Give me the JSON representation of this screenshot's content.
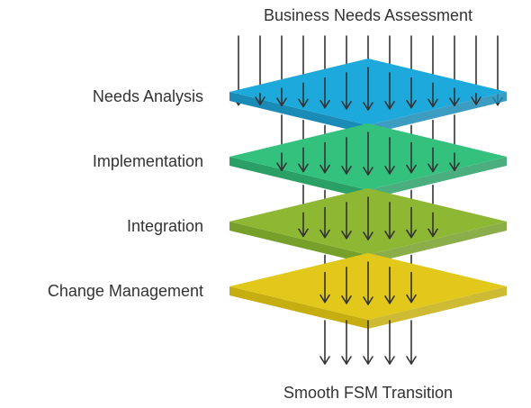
{
  "input_label": "Business Needs Assessment",
  "output_label": "Smooth FSM Transition",
  "layers": [
    {
      "label": "Needs Analysis",
      "top_color": "#1ea9dc",
      "side_color": "#1a8bb6"
    },
    {
      "label": "Implementation",
      "top_color": "#34c17e",
      "side_color": "#2aa067"
    },
    {
      "label": "Integration",
      "top_color": "#8eb833",
      "side_color": "#77a02a"
    },
    {
      "label": "Change Management",
      "top_color": "#e2c81b",
      "side_color": "#c7ae10"
    }
  ]
}
